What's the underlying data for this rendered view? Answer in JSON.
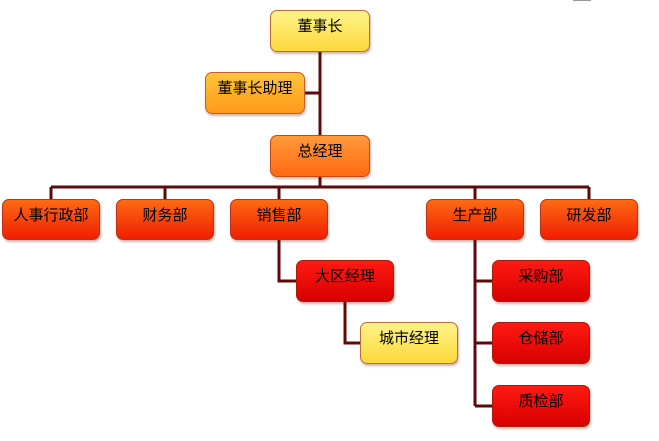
{
  "chart_data": {
    "type": "org-chart",
    "title": "",
    "nodes": [
      {
        "id": "chairman",
        "label": "董事长",
        "parent": null,
        "style": "yellow"
      },
      {
        "id": "chairman-assistant",
        "label": "董事长助理",
        "parent": "chairman",
        "style": "assistant-yellow",
        "relation": "assistant"
      },
      {
        "id": "general-manager",
        "label": "总经理",
        "parent": "chairman",
        "style": "orange"
      },
      {
        "id": "hr-admin",
        "label": "人事行政部",
        "parent": "general-manager",
        "style": "department-orange"
      },
      {
        "id": "finance",
        "label": "财务部",
        "parent": "general-manager",
        "style": "department-orange"
      },
      {
        "id": "sales",
        "label": "销售部",
        "parent": "general-manager",
        "style": "department-orange"
      },
      {
        "id": "production",
        "label": "生产部",
        "parent": "general-manager",
        "style": "department-orange"
      },
      {
        "id": "rnd",
        "label": "研发部",
        "parent": "general-manager",
        "style": "department-orange"
      },
      {
        "id": "regional-manager",
        "label": "大区经理",
        "parent": "sales",
        "style": "red"
      },
      {
        "id": "city-manager",
        "label": "城市经理",
        "parent": "regional-manager",
        "style": "yellow"
      },
      {
        "id": "purchasing",
        "label": "采购部",
        "parent": "production",
        "style": "red"
      },
      {
        "id": "warehouse",
        "label": "仓储部",
        "parent": "production",
        "style": "red"
      },
      {
        "id": "quality",
        "label": "质检部",
        "parent": "production",
        "style": "red"
      }
    ]
  },
  "colors": {
    "connector": "#5c0a0a",
    "yellow": "#fde25a",
    "assistant_yellow": "#ffae2a",
    "orange": "#ff8026",
    "department_orange": "#fa4408",
    "red": "#ec0808"
  }
}
